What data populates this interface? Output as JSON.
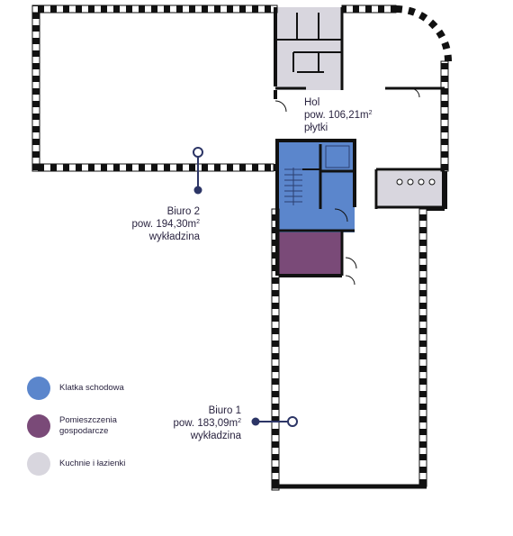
{
  "rooms": {
    "biuro2": {
      "name": "Biuro 2",
      "area_prefix": "pow. ",
      "area_value": "194,30m",
      "area_unit_sup": "2",
      "floor": "wykładzina"
    },
    "hol": {
      "name": "Hol",
      "area_prefix": "pow. ",
      "area_value": "106,21m",
      "area_unit_sup": "2",
      "floor": "płytki"
    },
    "biuro1": {
      "name": "Biuro 1",
      "area_prefix": "pow. ",
      "area_value": "183,09m",
      "area_unit_sup": "2",
      "floor": "wykładzina"
    }
  },
  "legend": [
    {
      "label": "Klatka schodowa",
      "color": "#5b86cc"
    },
    {
      "label": "Pomieszczenia gospodarcze",
      "color": "#7a4a78"
    },
    {
      "label": "Kuchnie i łazienki",
      "color": "#d8d6de"
    }
  ],
  "colors": {
    "stairs": "#5b86cc",
    "utility": "#7a4a78",
    "wet": "#d8d6de",
    "wall": "#111111",
    "marker": "#2c3566"
  }
}
